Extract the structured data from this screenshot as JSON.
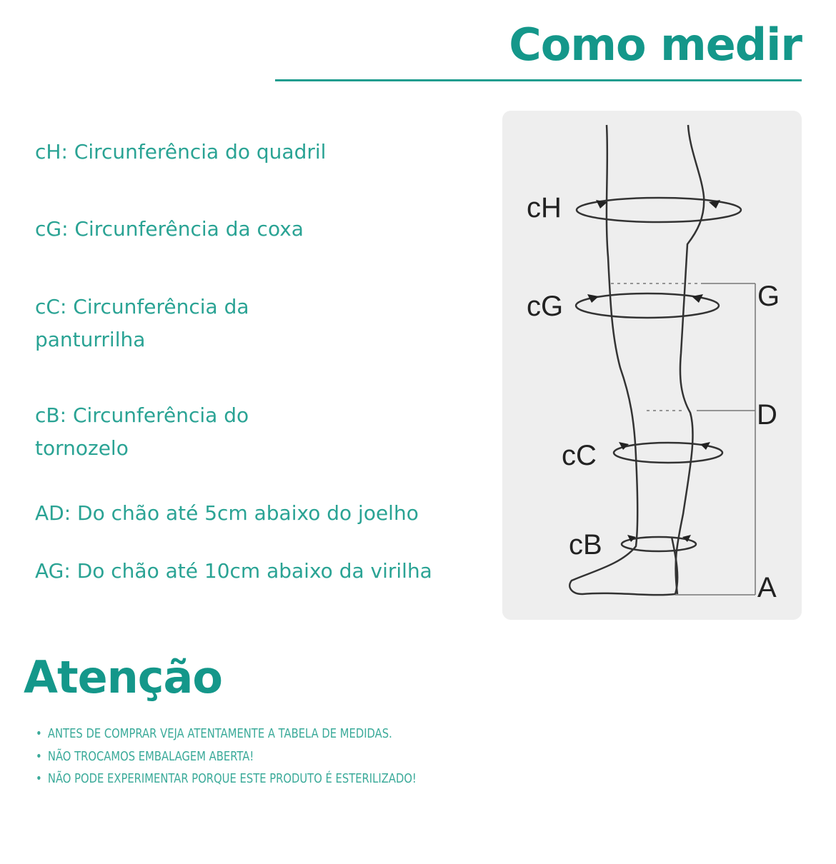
{
  "header": {
    "title": "Como medir"
  },
  "measures": [
    "cH: Circunferência do quadril",
    "cG: Circunferência da coxa",
    "cC: Circunferência da panturrilha",
    "cB: Circunferência do tornozelo",
    "AD: Do chão até 5cm abaixo do joelho",
    "AG: Do chão até 10cm abaixo da virilha"
  ],
  "diagram": {
    "labels": {
      "cH": "cH",
      "cG": "cG",
      "cC": "cC",
      "cB": "cB",
      "G": "G",
      "D": "D",
      "A": "A"
    }
  },
  "warning": {
    "title": "Atenção",
    "items": [
      "ANTES DE COMPRAR VEJA ATENTAMENTE A TABELA DE MEDIDAS.",
      "NÃO TROCAMOS EMBALAGEM ABERTA!",
      "NÃO PODE EXPERIMENTAR PORQUE ESTE PRODUTO É ESTERILIZADO!"
    ]
  },
  "colors": {
    "accent": "#14978a",
    "text": "#2aa394",
    "panel": "#eeeeee"
  }
}
